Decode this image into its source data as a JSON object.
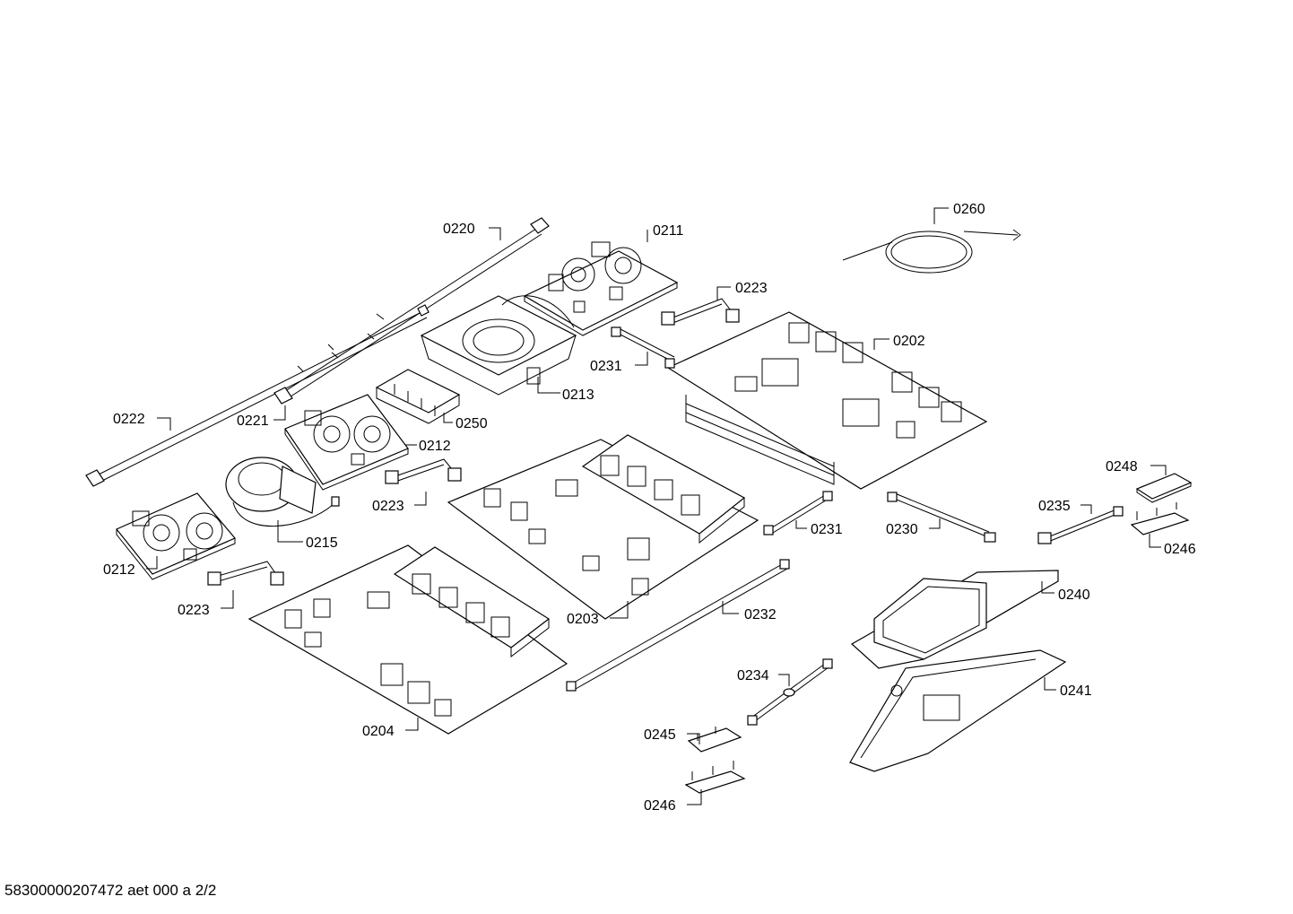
{
  "footer": {
    "doc_id": "58300000207472 aet 000 a 2/2"
  },
  "labels": {
    "l0220": "0220",
    "l0211": "0211",
    "l0223a": "0223",
    "l0231a": "0231",
    "l0213": "0213",
    "l0222": "0222",
    "l0221": "0221",
    "l0250": "0250",
    "l0212a": "0212",
    "l0260": "0260",
    "l0202": "0202",
    "l0223b": "0223",
    "l0215": "0215",
    "l0212b": "0212",
    "l0223c": "0223",
    "l0203": "0203",
    "l0231b": "0231",
    "l0230": "0230",
    "l0232": "0232",
    "l0204": "0204",
    "l0248": "0248",
    "l0235": "0235",
    "l0246a": "0246",
    "l0240": "0240",
    "l0234": "0234",
    "l0241": "0241",
    "l0245": "0245",
    "l0246b": "0246"
  }
}
